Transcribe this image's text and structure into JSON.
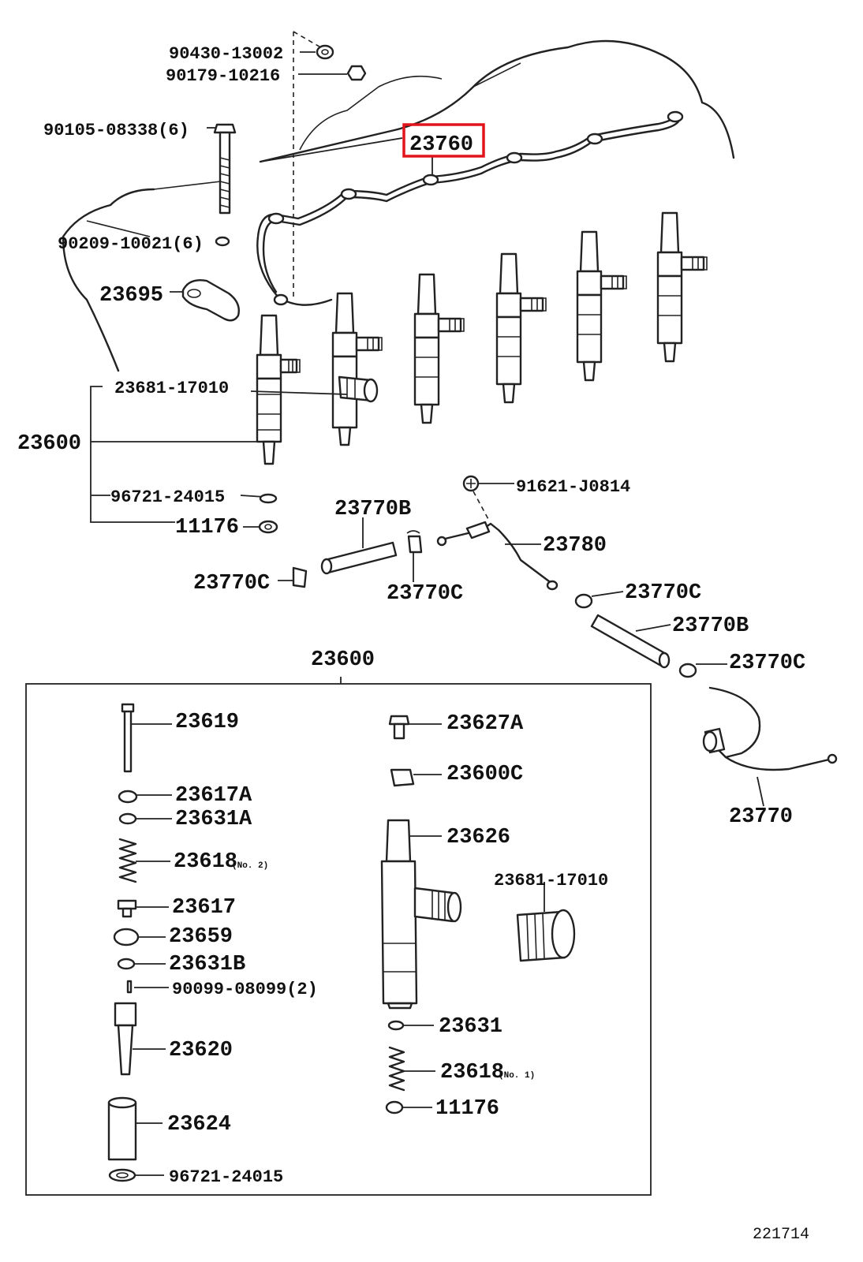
{
  "labels": {
    "p90430": "90430-13002",
    "p90179": "90179-10216",
    "p90105": "90105-08338(6)",
    "p90209": "90209-10021(6)",
    "p23760": "23760",
    "p23695": "23695",
    "p23681_top": "23681-17010",
    "p23600_left": "23600",
    "p96721_top": "96721-24015",
    "p11176_top": "11176",
    "p23770b_1": "23770B",
    "p23770c_1": "23770C",
    "p23770c_2": "23770C",
    "p91621": "91621-J0814",
    "p23780": "23780",
    "p23770c_3": "23770C",
    "p23770b_2": "23770B",
    "p23770c_4": "23770C",
    "p23770": "23770",
    "p23600_box": "23600",
    "p23619": "23619",
    "p23617a": "23617A",
    "p23631a": "23631A",
    "p23618_2": "23618",
    "p23618_2_note": "(No. 2)",
    "p23617": "23617",
    "p23659": "23659",
    "p23631b": "23631B",
    "p90099": "90099-08099(2)",
    "p23620": "23620",
    "p23624": "23624",
    "p96721_box": "96721-24015",
    "p23627a": "23627A",
    "p23600c": "23600C",
    "p23626": "23626",
    "p23681_box": "23681-17010",
    "p23631": "23631",
    "p23618_1": "23618",
    "p23618_1_note": "(No. 1)",
    "p11176_box": "11176",
    "diagram_id": "221714"
  },
  "highlight": {
    "part": "23760",
    "color": "#e2141b"
  }
}
